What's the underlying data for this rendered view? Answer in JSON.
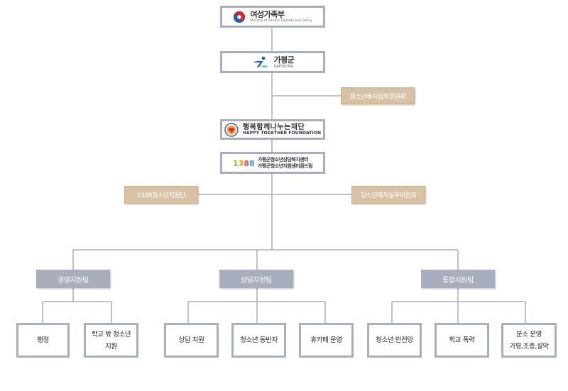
{
  "top": {
    "ministry": {
      "name_ko": "여성가족부",
      "name_en": "Ministry of Gender Equality and Family",
      "icon": "taegeuk-emblem"
    },
    "county": {
      "name_ko": "가평군",
      "name_en": "GAPYEONG",
      "icon": "gapyeong-logo"
    },
    "council1": "청소년복지심의위원회",
    "foundation": {
      "name_ko": "행복함께나누는재단",
      "name_en": "HAPPY TOGETHER FOUNDATION",
      "icon": "heart-emblem"
    },
    "center": {
      "line1": "가평군청소년상담복지센터",
      "line2": "가평군청소년지원센터꿈드림",
      "small": "1388",
      "icon": "1388-logo"
    },
    "support_team": "1388청소년지원단",
    "council2": "청소년복지실무위원회"
  },
  "teams": [
    {
      "name": "경영지원팀",
      "units": [
        [
          "행정"
        ],
        [
          "학교 밖 청소년",
          "지원"
        ]
      ]
    },
    {
      "name": "상담지원팀",
      "units": [
        [
          "상담 지원"
        ],
        [
          "청소년 동반자"
        ],
        [
          "휴카페 운영"
        ]
      ]
    },
    {
      "name": "통합지원팀",
      "units": [
        [
          "청소년 안전망"
        ],
        [
          "학교 폭력"
        ],
        [
          "분소 운영",
          "가평,조종,설악"
        ]
      ]
    }
  ],
  "colors": {
    "line": "#a9aebe",
    "tan": "#d8c2a6",
    "team": "#a9aebe",
    "accent_blue": "#1f5fb0",
    "accent_red": "#d6282e"
  }
}
